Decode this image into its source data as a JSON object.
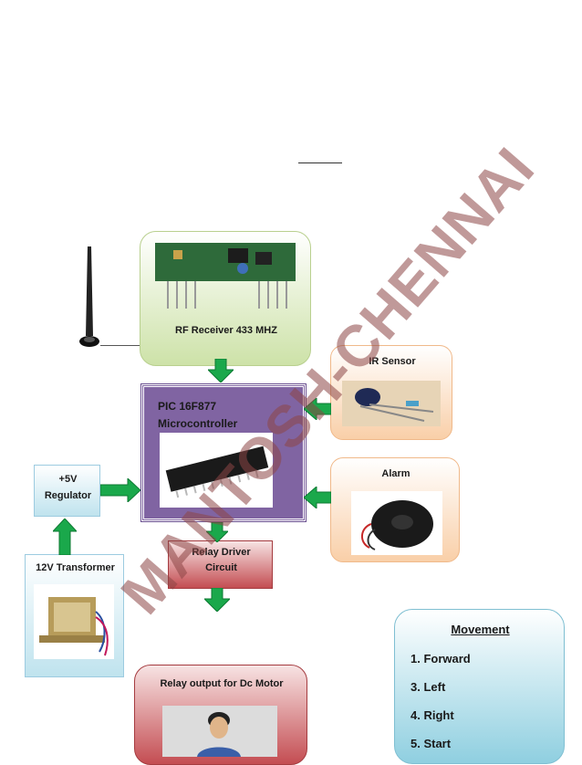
{
  "colors": {
    "green_box": "#d6e8b8",
    "peach_box": "#fbdcc0",
    "purple_box": "#8064a2",
    "blue_box": "#bfe3ee",
    "red_box": "#c9565a",
    "arrow_green": "#1aa84b",
    "watermark": "#8c4646"
  },
  "watermark": {
    "text": "MANTOSH-CHENNAI"
  },
  "blocks": {
    "rf_receiver": {
      "label": "RF Receiver 433 MHZ",
      "icon": "rf-module-icon"
    },
    "ir_sensor": {
      "label": "IR Sensor",
      "icon": "ir-sensor-icon"
    },
    "alarm": {
      "label": "Alarm",
      "icon": "buzzer-icon"
    },
    "mcu": {
      "line1": "PIC 16F877",
      "line2": "Microcontroller",
      "icon": "ic-chip-icon"
    },
    "regulator": {
      "line1": "+5V",
      "line2": "Regulator"
    },
    "transformer": {
      "label": "12V Transformer",
      "icon": "transformer-icon"
    },
    "relay_driver": {
      "line1": "Relay Driver",
      "line2": "Circuit"
    },
    "relay_output": {
      "label": "Relay output for Dc Motor",
      "icon": "person-photo-icon"
    },
    "antenna": {
      "icon": "antenna-icon"
    }
  },
  "movement": {
    "title": "Movement",
    "items": [
      "1. Forward",
      "3. Left",
      "4. Right",
      "5. Start"
    ]
  }
}
